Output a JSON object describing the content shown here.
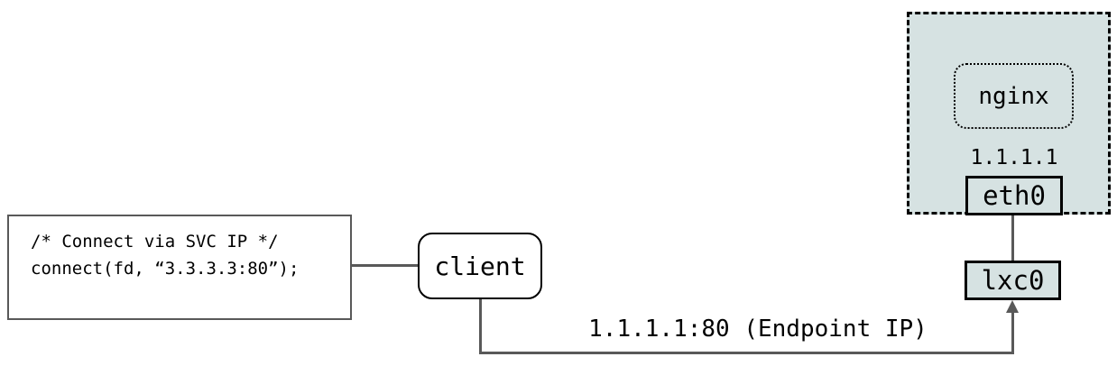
{
  "diagram": {
    "code_box": {
      "line1": "/* Connect via SVC IP */",
      "line2": "connect(fd, “3.3.3.3:80”);"
    },
    "client_label": "client",
    "pod": {
      "app_label": "nginx",
      "ip_label": "1.1.1.1",
      "eth_label": "eth0"
    },
    "lxc_label": "lxc0",
    "flow_label": "1.1.1.1:80 (Endpoint IP)",
    "colors": {
      "pod_background": "#d6e2e2",
      "connector_line": "#595959",
      "node_border": "#000000",
      "code_box_border": "#595959"
    }
  }
}
